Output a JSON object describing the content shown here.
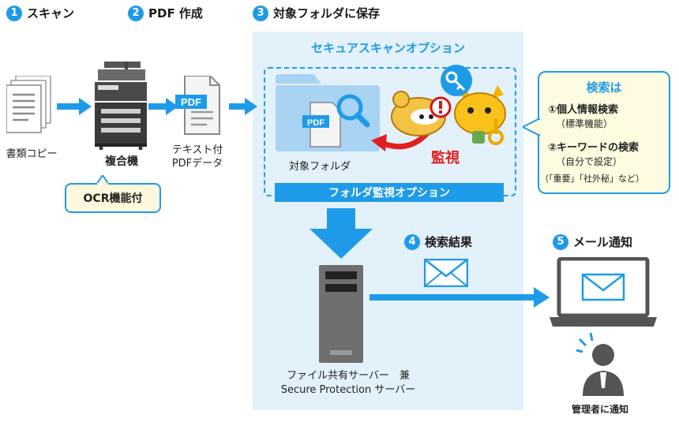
{
  "steps": [
    {
      "num": "1",
      "label": "スキャン"
    },
    {
      "num": "2",
      "label": "PDF 作成"
    },
    {
      "num": "3",
      "label": "対象フォルダに保存"
    },
    {
      "num": "4",
      "label": "検索結果"
    },
    {
      "num": "5",
      "label": "メール通知"
    }
  ],
  "copy_label": "書類コピー",
  "mfp_label": "複合機",
  "ocr_label": "OCR機能付",
  "pdf_text_line1": "テキスト付",
  "pdf_text_line2": "PDFデータ",
  "pdf_icon_text": "PDF",
  "panel_title": "セキュアスキャンオプション",
  "folder_label": "対象フォルダ",
  "monitor_label": "監視",
  "band_label": "フォルダ監視オプション",
  "search": {
    "title": "検索は",
    "item1_title": "①個人情報検索",
    "item1_sub": "（標準機能）",
    "item2_title": "②キーワードの検索",
    "item2_sub": "（自分で設定）",
    "item2_note": "（「重要」「社外秘」など）"
  },
  "server_line1": "ファイル共有サーバー　兼",
  "server_line2": "Secure Protection サーバー",
  "admin_label": "管理者に通知",
  "colors": {
    "accent": "#1e9be8",
    "panel": "#e3f1fb",
    "monitor_red": "#e02020",
    "note_bg": "#fffbe0"
  }
}
